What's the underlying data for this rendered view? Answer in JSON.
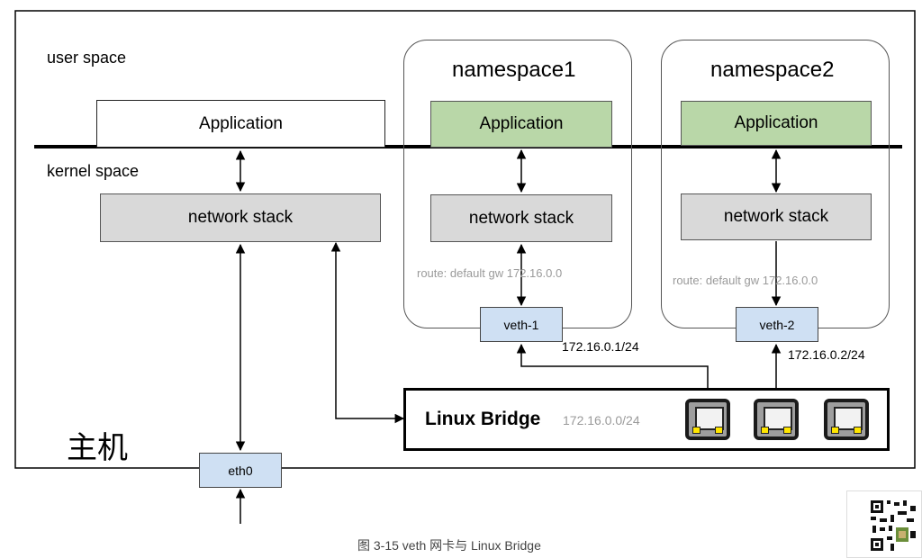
{
  "diagram": {
    "host_label": "主机",
    "user_space_label": "user space",
    "kernel_space_label": "kernel space",
    "host_app_label": "Application",
    "host_stack_label": "network stack",
    "eth0_label": "eth0",
    "namespaces": [
      {
        "title": "namespace1",
        "app_label": "Application",
        "stack_label": "network stack",
        "route_label": "route: default gw 172.16.0.0",
        "veth_label": "veth-1",
        "ip_label": "172.16.0.1/24"
      },
      {
        "title": "namespace2",
        "app_label": "Application",
        "stack_label": "network stack",
        "route_label": "route: default gw 172.16.0.0",
        "veth_label": "veth-2",
        "ip_label": "172.16.0.2/24"
      }
    ],
    "bridge": {
      "label": "Linux Bridge",
      "subnet": "172.16.0.0/24",
      "port_count": 3
    },
    "caption": "图 3-15 veth 网卡与 Linux Bridge",
    "colors": {
      "app_green": "#b9d7a8",
      "stack_gray": "#d9d9d9",
      "veth_blue": "#cfe0f3",
      "muted_text": "#9a9a9a",
      "port_led": "#ffe600"
    },
    "icons": [
      "ethernet-port-icon",
      "qr-code-icon"
    ]
  }
}
